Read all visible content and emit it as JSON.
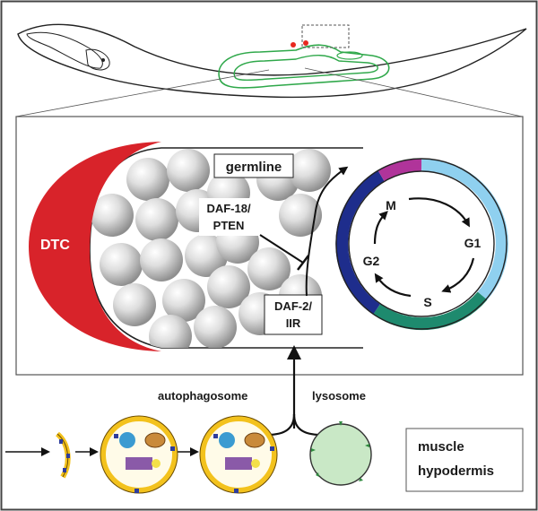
{
  "labels": {
    "germline": "germline",
    "dtc": "DTC",
    "daf18_line1": "DAF-18/",
    "daf18_line2": "PTEN",
    "daf2_line1": "DAF-2/",
    "daf2_line2": "IIR",
    "autophagosome": "autophagosome",
    "lysosome": "lysosome",
    "muscle": "muscle",
    "hypodermis": "hypodermis"
  },
  "cell_cycle": {
    "phases": [
      "M",
      "G1",
      "S",
      "G2"
    ],
    "ring_colors": {
      "M": "#b0349a",
      "G1": "#8fd0ef",
      "S": "#1e8a6e",
      "G2": "#1e2d8c"
    }
  },
  "colors": {
    "dtc": "#d8232a",
    "germline_outline": "#2fa84a",
    "dtc_dot": "#e8281f",
    "lysosome_fill": "#c9e8c6",
    "lysosome_stroke": "#2f8a3e",
    "membrane": "#f3c21d",
    "membrane_marker": "#2e3d9c",
    "frame": "#444444"
  }
}
